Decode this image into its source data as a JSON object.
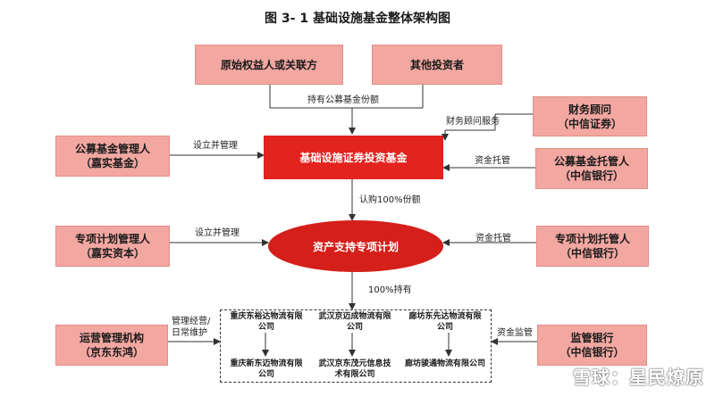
{
  "title": "图 3- 1 基础设施基金整体架构图",
  "nodes": {
    "original_rights": "原始权益人或关联方",
    "other_investors": "其他投资者",
    "fund_manager": [
      "公募基金管理人",
      "（嘉实基金）"
    ],
    "financial_advisor": [
      "财务顾问",
      "（中信证券）"
    ],
    "fund_custodian": [
      "公募基金托管人",
      "（中信银行）"
    ],
    "infra_fund": "基础设施证券投资基金",
    "abs_manager": [
      "专项计划管理人",
      "（嘉实资本）"
    ],
    "abs_plan": "资产支持专项计划",
    "abs_custodian": [
      "专项计划托管人",
      "（中信银行）"
    ],
    "operator": [
      "运营管理机构",
      "（京东东鸿）"
    ],
    "supervisor_bank": [
      "监管银行",
      "（中信银行）"
    ]
  },
  "companies": {
    "top": [
      [
        "重庆东裕达物流有限",
        "公司"
      ],
      [
        "武汉京迈成物流有限",
        "公司"
      ],
      [
        "廊坊东先达物流有限",
        "公司"
      ]
    ],
    "bottom": [
      [
        "重庆新东迈物流有限",
        "公司"
      ],
      [
        "武汉京东茂元信息技",
        "术有限公司"
      ],
      [
        "廊坊骏通物流有限公司"
      ]
    ]
  },
  "edge_labels": {
    "hold_shares": "持有公募基金份额",
    "advisory": "财务顾问服务",
    "establish_manage_1": "设立并管理",
    "fund_custody_1": "资金托管",
    "subscribe": "认购100%份额",
    "establish_manage_2": "设立并管理",
    "fund_custody_2": "资金托管",
    "hold_100": "100%持有",
    "ops_manage": [
      "管理经营/",
      "日常维护"
    ],
    "fund_supervision": "资金监管"
  },
  "watermark": "雪球：星民燎原"
}
